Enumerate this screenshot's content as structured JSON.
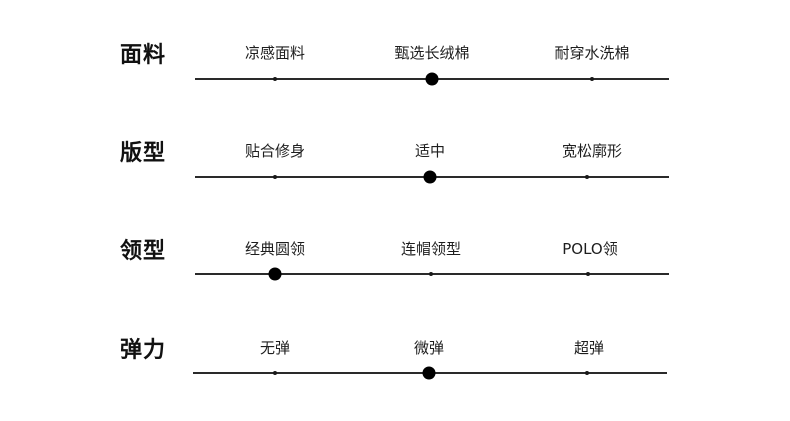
{
  "rows": [
    {
      "label": "面料",
      "options": [
        "凉感面料",
        "甄选长绒棉",
        "耐穿水洗棉"
      ],
      "selected_index": 1
    },
    {
      "label": "版型",
      "options": [
        "贴合修身",
        "适中",
        "宽松廓形"
      ],
      "selected_index": 1
    },
    {
      "label": "领型",
      "options": [
        "经典圆领",
        "连帽领型",
        "POLO领"
      ],
      "selected_index": 0
    },
    {
      "label": "弹力",
      "options": [
        "无弹",
        "微弹",
        "超弹"
      ],
      "selected_index": 1
    }
  ]
}
